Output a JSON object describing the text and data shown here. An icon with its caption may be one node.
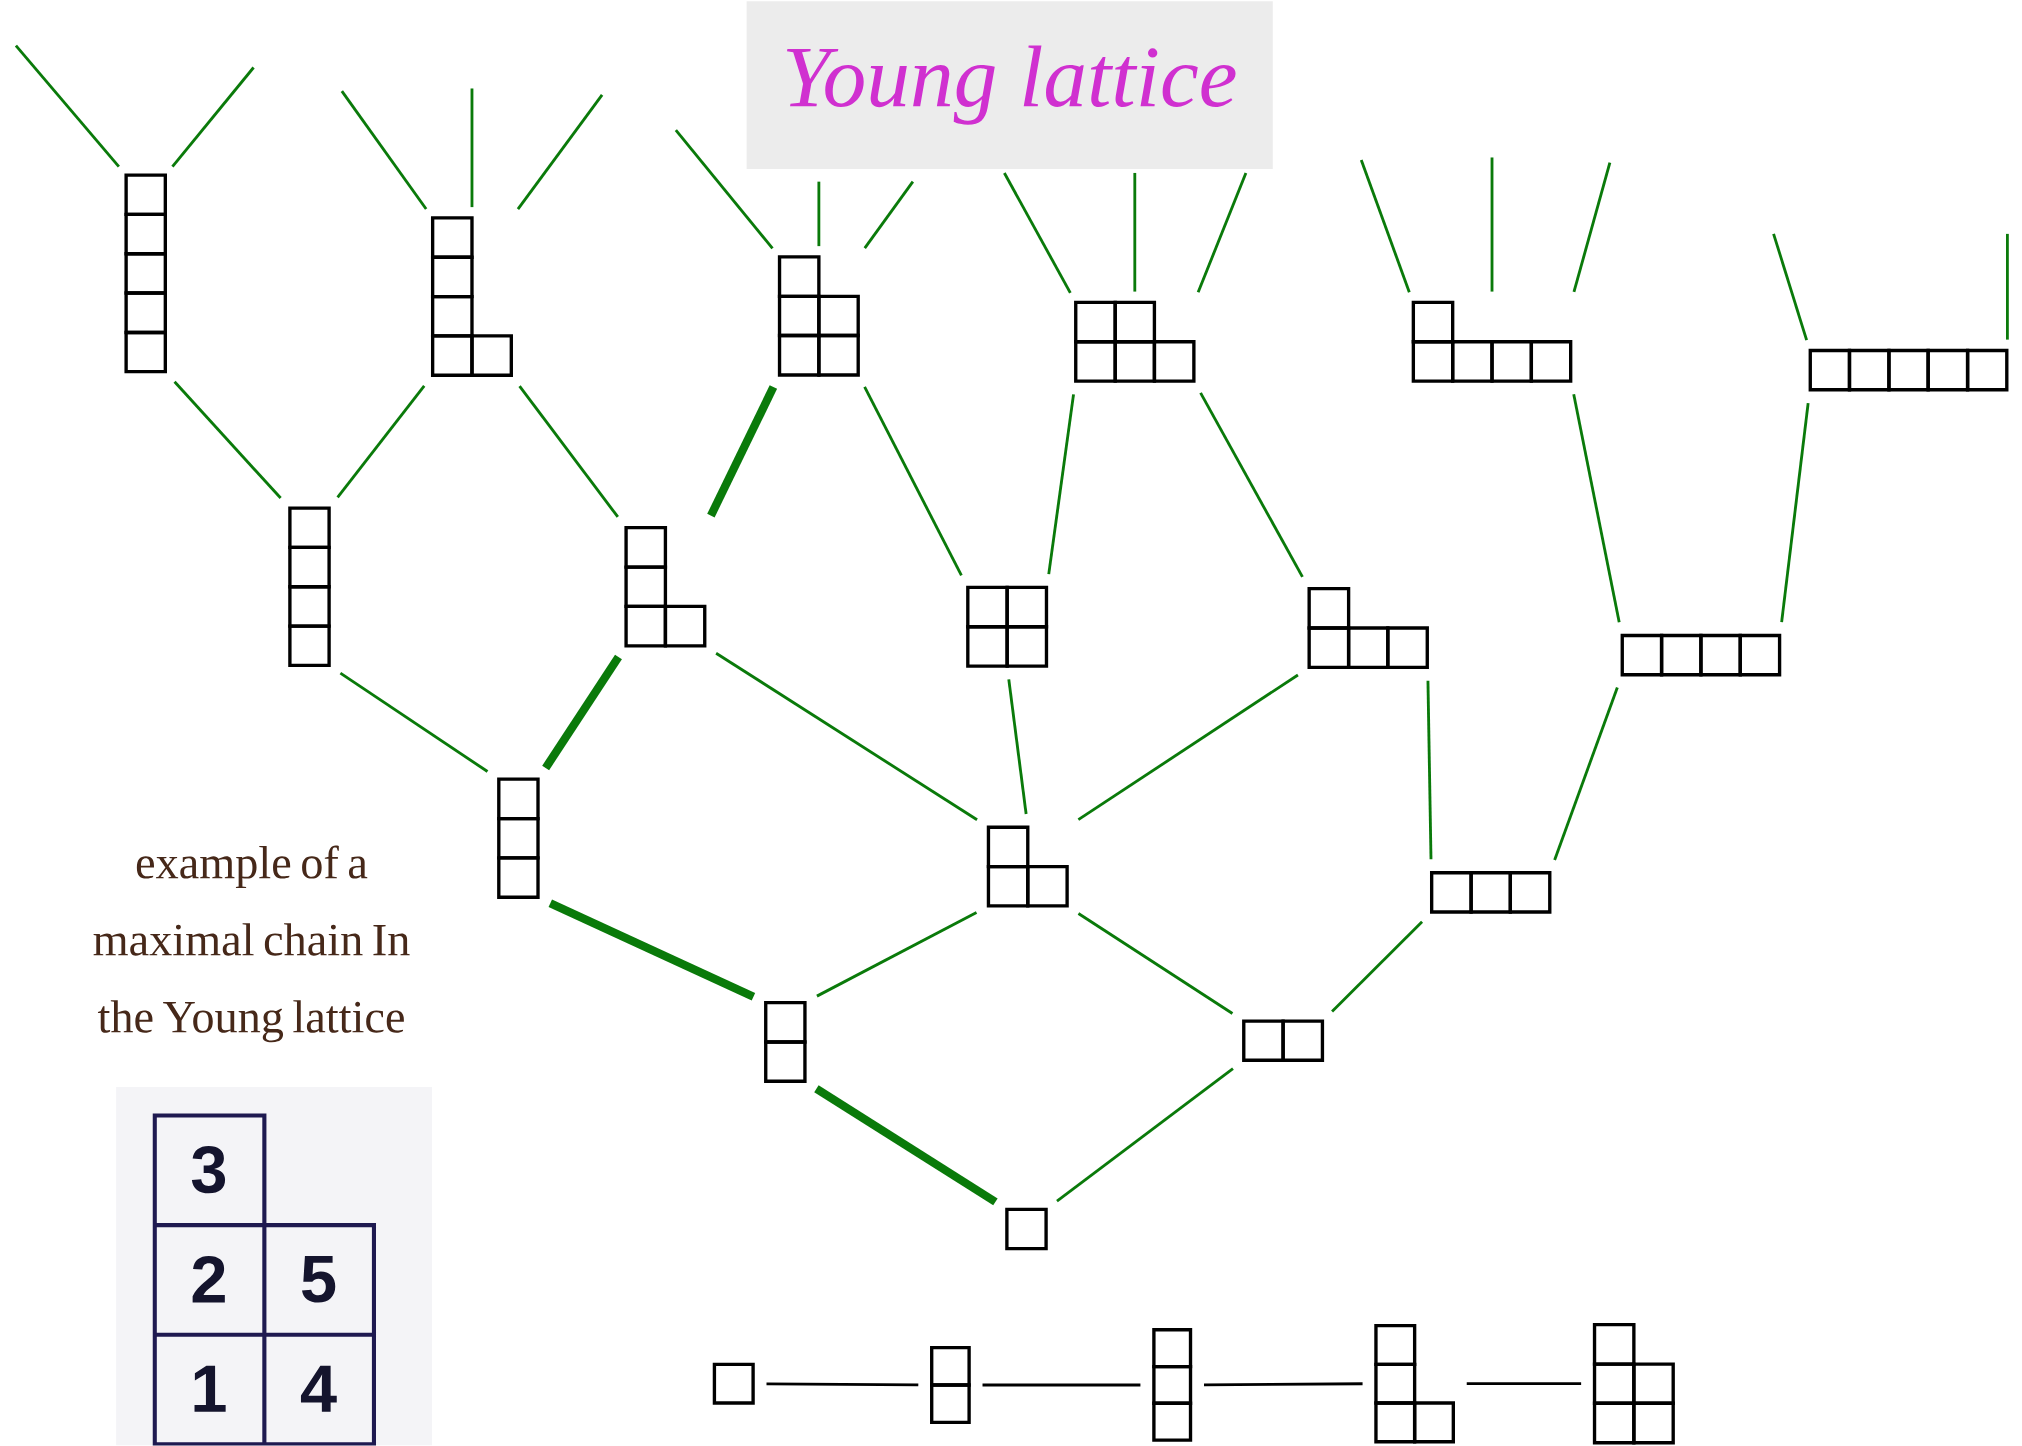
{
  "diagram": {
    "title": "Young lattice",
    "nodes": [
      {
        "text": [],
        "shape": "box"
      },
      {
        "text": [],
        "shape": "box"
      },
      {
        "text": [],
        "shape": "box"
      },
      {
        "text": [],
        "shape": "box"
      },
      {
        "text": [],
        "shape": "box"
      },
      {
        "text": [],
        "shape": "box"
      },
      {
        "text": [],
        "shape": "box"
      },
      {
        "text": [],
        "shape": "box"
      },
      {
        "text": [],
        "shape": "box"
      },
      {
        "text": [],
        "shape": "box"
      },
      {
        "text": [],
        "shape": "box"
      },
      {
        "text": [],
        "shape": "box"
      },
      {
        "text": [],
        "shape": "box"
      },
      {
        "text": [],
        "shape": "box"
      },
      {
        "text": [],
        "shape": "box"
      },
      {
        "text": [],
        "shape": "box"
      },
      {
        "text": [],
        "shape": "box"
      },
      {
        "text": [],
        "shape": "box"
      },
      {
        "text": [],
        "shape": "box"
      },
      {
        "text": [],
        "shape": "box"
      },
      {
        "text": [],
        "shape": "box"
      },
      {
        "text": [],
        "shape": "box"
      }
    ],
    "edges": [
      {
        "from": 16,
        "to": 14,
        "arrow": "none",
        "style": "thick"
      },
      {
        "from": 16,
        "to": 15,
        "arrow": "none"
      },
      {
        "from": 14,
        "to": 11,
        "arrow": "none",
        "style": "thick"
      },
      {
        "from": 14,
        "to": 12,
        "arrow": "none"
      },
      {
        "from": 15,
        "to": 12,
        "arrow": "none"
      },
      {
        "from": 15,
        "to": 13,
        "arrow": "none"
      },
      {
        "from": 11,
        "to": 6,
        "arrow": "none"
      },
      {
        "from": 11,
        "to": 7,
        "arrow": "none",
        "style": "thick"
      },
      {
        "from": 12,
        "to": 7,
        "arrow": "none"
      },
      {
        "from": 12,
        "to": 8,
        "arrow": "none"
      },
      {
        "from": 12,
        "to": 9,
        "arrow": "none"
      },
      {
        "from": 13,
        "to": 9,
        "arrow": "none"
      },
      {
        "from": 13,
        "to": 10,
        "arrow": "none"
      },
      {
        "from": 6,
        "to": 0,
        "arrow": "none"
      },
      {
        "from": 6,
        "to": 1,
        "arrow": "none"
      },
      {
        "from": 7,
        "to": 1,
        "arrow": "none"
      },
      {
        "from": 7,
        "to": 2,
        "arrow": "none",
        "style": "thick"
      },
      {
        "from": 8,
        "to": 2,
        "arrow": "none"
      },
      {
        "from": 8,
        "to": 3,
        "arrow": "none"
      },
      {
        "from": 9,
        "to": 3,
        "arrow": "none"
      },
      {
        "from": 10,
        "to": 4,
        "arrow": "none"
      },
      {
        "from": 10,
        "to": 5,
        "arrow": "none"
      },
      {
        "from": 0,
        "to": null,
        "arrow": "none"
      },
      {
        "from": 0,
        "to": null,
        "arrow": "none"
      },
      {
        "from": 1,
        "to": null,
        "arrow": "none"
      },
      {
        "from": 1,
        "to": null,
        "arrow": "none"
      },
      {
        "from": 1,
        "to": null,
        "arrow": "none"
      },
      {
        "from": 2,
        "to": null,
        "arrow": "none"
      },
      {
        "from": 2,
        "to": null,
        "arrow": "none"
      },
      {
        "from": 2,
        "to": null,
        "arrow": "none"
      },
      {
        "from": 3,
        "to": null,
        "arrow": "none"
      },
      {
        "from": 3,
        "to": null,
        "arrow": "none"
      },
      {
        "from": 3,
        "to": null,
        "arrow": "none"
      },
      {
        "from": 4,
        "to": null,
        "arrow": "none"
      },
      {
        "from": 4,
        "to": null,
        "arrow": "none"
      },
      {
        "from": 4,
        "to": null,
        "arrow": "none"
      },
      {
        "from": 5,
        "to": null,
        "arrow": "none"
      },
      {
        "from": 5,
        "to": null,
        "arrow": "none"
      },
      {
        "from": 17,
        "to": 18,
        "arrow": "none",
        "color": "#000000"
      },
      {
        "from": 18,
        "to": 19,
        "arrow": "none",
        "color": "#000000"
      },
      {
        "from": 19,
        "to": 20,
        "arrow": "none",
        "color": "#000000"
      },
      {
        "from": 20,
        "to": 21,
        "arrow": "none",
        "color": "#000000"
      }
    ],
    "labels": [
      "example of a maximal chain In the Young lattice",
      "3",
      "2",
      "5",
      "1",
      "4"
    ]
  }
}
